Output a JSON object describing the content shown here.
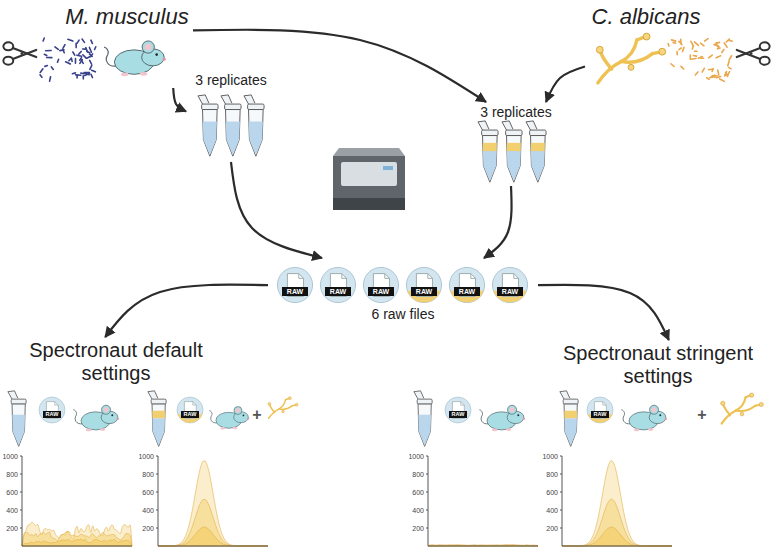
{
  "diagram": {
    "nodes": [
      {
        "text": [
          "M. musculus"
        ]
      },
      {
        "text": [
          "C. albicans"
        ]
      },
      {
        "text": [
          "3 replicates"
        ]
      },
      {
        "text": [
          "3 replicates"
        ]
      },
      {
        "text": [
          "RAW",
          "RAW",
          "RAW",
          "RAW",
          "RAW",
          "RAW",
          "6 raw files"
        ]
      },
      {
        "text": [
          "Spectronaut default settings"
        ]
      },
      {
        "text": [
          "Spectronaut stringent settings"
        ]
      }
    ],
    "edges": [
      {
        "from": 0,
        "to": 2,
        "arrow": "to"
      },
      {
        "from": 0,
        "to": 3,
        "arrow": "to"
      },
      {
        "from": 1,
        "to": 3,
        "arrow": "to"
      },
      {
        "from": 2,
        "to": 4,
        "arrow": "to"
      },
      {
        "from": 3,
        "to": 4,
        "arrow": "to"
      },
      {
        "from": 4,
        "to": 5,
        "arrow": "to"
      },
      {
        "from": 4,
        "to": 6,
        "arrow": "to"
      }
    ],
    "labels": [
      "RAW",
      "RAW",
      "+",
      "RAW",
      "RAW",
      "+",
      "1000",
      "800",
      "600",
      "400",
      "200",
      "1000",
      "800",
      "600",
      "400",
      "200",
      "1000",
      "800",
      "600",
      "400",
      "200",
      "1000",
      "800",
      "600",
      "400",
      "200"
    ]
  }
}
